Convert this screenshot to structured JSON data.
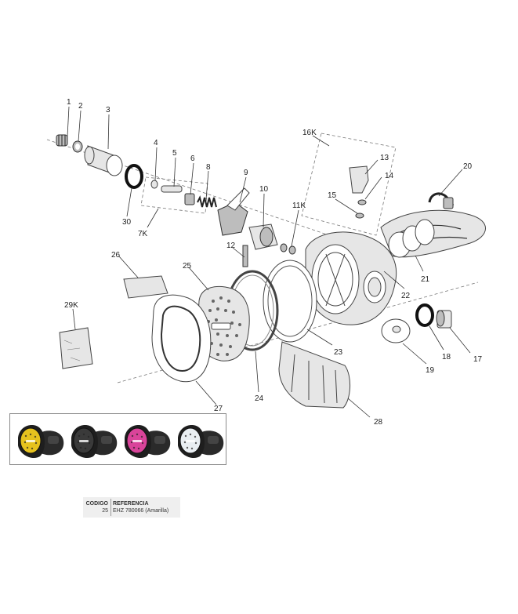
{
  "callouts": {
    "c1": "1",
    "c2": "2",
    "c3": "3",
    "c4": "4",
    "c5": "5",
    "c6": "6",
    "c7k": "7K",
    "c8": "8",
    "c9": "9",
    "c10": "10",
    "c11k": "11K",
    "c12": "12",
    "c13": "13",
    "c14": "14",
    "c15": "15",
    "c16k": "16K",
    "c17": "17",
    "c18": "18",
    "c19": "19",
    "c20": "20",
    "c21": "21",
    "c22": "22",
    "c23": "23",
    "c24": "24",
    "c25": "25",
    "c26": "26",
    "c27": "27",
    "c28": "28",
    "c29k": "29K",
    "c30": "30"
  },
  "variants": [
    {
      "name": "yellow",
      "color": "#e6c21e"
    },
    {
      "name": "black",
      "color": "#3a3a3a"
    },
    {
      "name": "pink",
      "color": "#d9449a"
    },
    {
      "name": "white",
      "color": "#e9eef2"
    }
  ],
  "ref_table": {
    "header_code": "CODIGO",
    "header_ref": "REFERENCIA",
    "row_code": "25",
    "row_ref": "EHZ 780066 (Amarilla)"
  }
}
